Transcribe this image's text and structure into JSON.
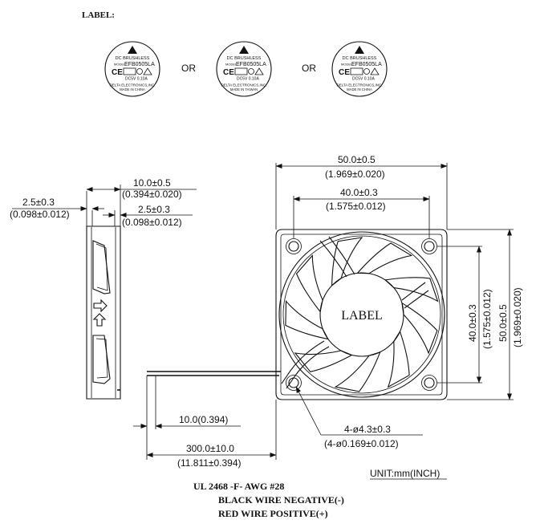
{
  "header": {
    "label_heading": "LABEL:"
  },
  "label_variants": {
    "or_text": "OR",
    "stickers": [
      {
        "line1": "DC BRUSHLESS",
        "model_prefix": "MODEL",
        "model": "EFB0505LA",
        "marks": "CE",
        "rating": "DC5V  0.10A",
        "maker": "DELTA ELECTRONICS,INC.",
        "origin": "MADE IN CHINA"
      },
      {
        "line1": "DC BRUSHLESS",
        "model_prefix": "MODEL",
        "model": "EFB0505LA",
        "marks": "CE",
        "rating": "DC5V  0.10A",
        "maker": "DELTA ELECTRONICS,INC.",
        "origin": "MADE IN TAIWAN"
      },
      {
        "line1": "DC BRUSHLESS",
        "model_prefix": "MODEL",
        "model": "EFB0505LA",
        "marks": "CE",
        "rating": "DC5V  0.10A",
        "maker": "DELTA ELECTRONICS,INC.",
        "origin": "MADE IN CHINA"
      }
    ]
  },
  "side_view": {
    "thickness": "10.0±0.5",
    "thickness_inch": "(0.394±0.020)",
    "left_offset": "2.5±0.3",
    "left_offset_inch": "(0.098±0.012)",
    "right_offset": "2.5±0.3",
    "right_offset_inch": "(0.098±0.012)"
  },
  "front_view": {
    "width": "50.0±0.5",
    "width_inch": "(1.969±0.020)",
    "hole_pitch_h": "40.0±0.3",
    "hole_pitch_h_inch": "(1.575±0.012)",
    "hole_pitch_v": "40.0±0.3",
    "hole_pitch_v_inch": "(1.575±0.012)",
    "height": "50.0±0.5",
    "height_inch": "(1.969±0.020)",
    "hub_label": "LABEL",
    "holes": "4-ø4.3±0.3",
    "holes_inch": "(4-ø0.169±0.012)"
  },
  "wire": {
    "strip": "10.0(0.394)",
    "length": "300.0±10.0",
    "length_inch": "(11.811±0.394)"
  },
  "unit": "UNIT:mm(INCH)",
  "notes": {
    "line1": "UL 2468 -F- AWG #28",
    "line2": "BLACK WIRE NEGATIVE(-)",
    "line3": "RED WIRE POSITIVE(+)"
  }
}
